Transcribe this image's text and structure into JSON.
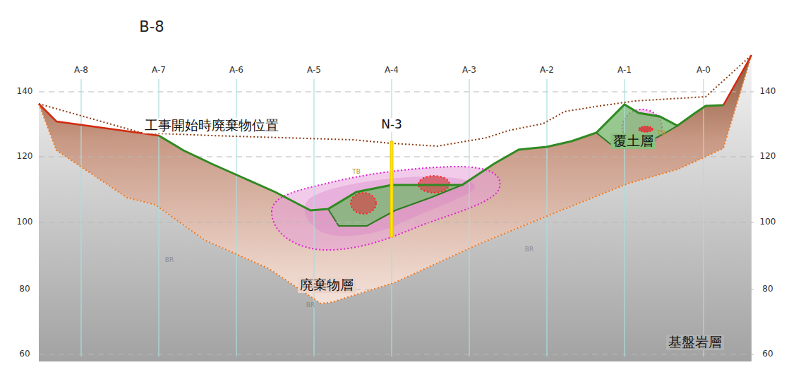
{
  "diagram": {
    "title": "B-8",
    "labels": [
      "A-8",
      "A-7",
      "A-6",
      "A-5",
      "A-4",
      "A-3",
      "A-2",
      "A-1",
      "A-0",
      "140",
      "120",
      "100",
      "80",
      "60",
      "140",
      "120",
      "100",
      "80",
      "60",
      "工事開始時廃棄物位置",
      "N-3",
      "覆土層",
      "廃棄物層",
      "基盤岩層",
      "TB",
      "TB",
      "BR",
      "BR",
      "BR"
    ]
  }
}
